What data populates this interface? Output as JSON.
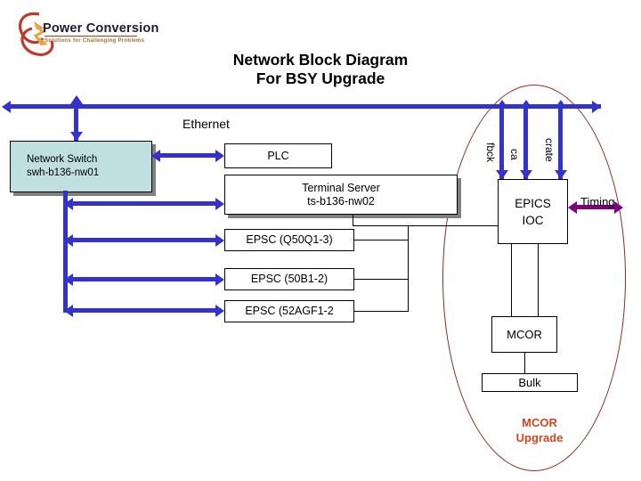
{
  "logo": {
    "brand": "Power Conversion",
    "tagline": "Solutions for  Challenging Problems",
    "swirl_color": "#C0392B",
    "accent_color": "#E8A33D"
  },
  "title": {
    "line1": "Network Block Diagram",
    "line2": "For BSY Upgrade"
  },
  "labels": {
    "ethernet": "Ethernet",
    "timing": "Timing",
    "mcor_upgrade_line1": "MCOR",
    "mcor_upgrade_line2": "Upgrade",
    "fbck": "fbck",
    "ca": "ca",
    "crate": "crate"
  },
  "boxes": {
    "switch": {
      "line1": "Network  Switch",
      "line2": "swh-b136-nw01",
      "fill": "#bfdfe0"
    },
    "plc": {
      "label": "PLC"
    },
    "terminal_server": {
      "line1": "Terminal Server",
      "line2": "ts-b136-nw02"
    },
    "epsc": [
      {
        "label": "EPSC (Q50Q1-3)"
      },
      {
        "label": "EPSC (50B1-2)"
      },
      {
        "label": "EPSC (52AGF1-2"
      }
    ],
    "epics_ioc": {
      "line1": "EPICS",
      "line2": "IOC"
    },
    "mcor": {
      "label": "MCOR"
    },
    "bulk": {
      "label": "Bulk"
    }
  },
  "colors": {
    "network_blue": "#3333CC",
    "timing_purple": "#800080",
    "ellipse_red": "#8B2B22",
    "mcor_red": "#D2461E",
    "switch_fill": "#bfdfe0"
  }
}
